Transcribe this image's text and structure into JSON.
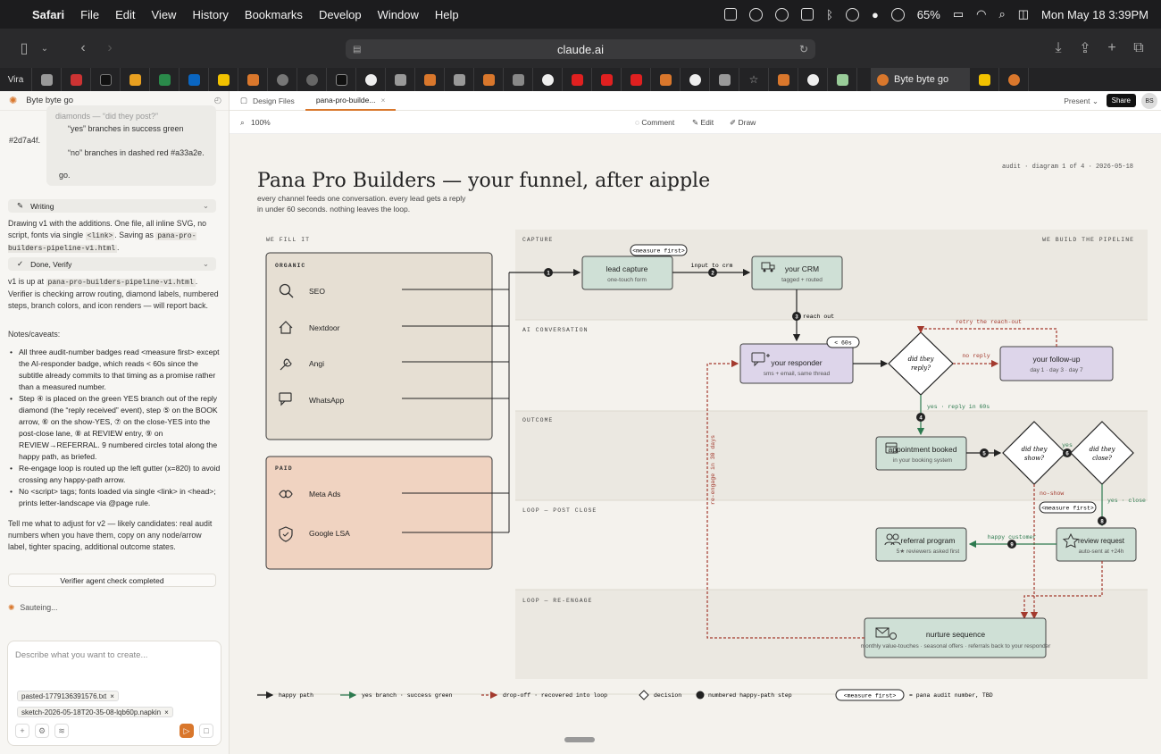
{
  "menubar": {
    "app": "Safari",
    "items": [
      "File",
      "Edit",
      "View",
      "History",
      "Bookmarks",
      "Develop",
      "Window",
      "Help"
    ],
    "battery": "65%",
    "clock": "Mon May 18  3:39PM"
  },
  "browser": {
    "url": "claude.ai",
    "first_tab": "Vira",
    "active_tab": "Byte byte go"
  },
  "sidebar": {
    "title": "Byte byte go",
    "quote_lines": [
      "diamonds — “did they post?”",
      "“yes” branches in success green",
      "#2d7a4f.",
      "“no” branches in dashed red #a33a2e.",
      "go."
    ],
    "writing_label": "Writing",
    "writing_text_a": "Drawing v1 with the additions. One file, all inline SVG, no script, fonts via single ",
    "writing_code_a": "<link>",
    "writing_text_b": ". Saving as ",
    "writing_code_b": "pana-pro-builders-pipeline-v1.html",
    "writing_text_c": ".",
    "done_label": "Done, Verify",
    "done_text_a": "v1 is up at ",
    "done_code": "pana-pro-builders-pipeline-v1.html",
    "done_text_b": ". Verifier is checking arrow routing, diamond labels, numbered steps, branch colors, and icon renders — will report back.",
    "notes_heading": "Notes/caveats:",
    "notes": [
      "All three audit-number badges read <measure first> except the AI-responder badge, which reads < 60s since the subtitle already commits to that timing as a promise rather than a measured number.",
      "Step ④ is placed on the green YES branch out of the reply diamond (the “reply received” event), step ⑤ on the BOOK arrow, ⑥ on the show-YES, ⑦ on the close-YES into the post-close lane, ⑧ at REVIEW entry, ⑨ on REVIEW→REFERRAL. 9 numbered circles total along the happy path, as briefed.",
      "Re-engage loop is routed up the left gutter (x=820) to avoid crossing any happy-path arrow.",
      "No <script> tags; fonts loaded via single <link> in <head>; prints letter-landscape via @page rule."
    ],
    "closing": "Tell me what to adjust for v2 — likely candidates: real audit numbers when you have them, copy on any node/arrow label, tighter spacing, additional outcome states.",
    "verifier": "Verifier agent check completed",
    "sauteing": "Sauteing...",
    "composer_placeholder": "Describe what you want to create...",
    "attachments": [
      "pasted-1779136391576.txt",
      "sketch-2026-05-18T20-35-08-lqb60p.napkin"
    ]
  },
  "doc_tabs": {
    "files": "Design Files",
    "current": "pana-pro-builde...",
    "present": "Present",
    "share": "Share",
    "avatar": "BS"
  },
  "doc_toolbar": {
    "zoom": "100%",
    "comment": "Comment",
    "edit": "Edit",
    "draw": "Draw"
  },
  "diagram": {
    "title": "Pana Pro Builders — your funnel, after aipple",
    "subtitle_1": "every channel feeds one conversation. every lead gets a reply",
    "subtitle_2": "in under 60 seconds. nothing leaves the loop.",
    "meta": "audit · diagram 1 of 4 · 2026-05-18",
    "we_fill": "WE FILL IT",
    "we_build": "WE BUILD THE PIPELINE",
    "lanes": [
      "CAPTURE",
      "AI CONVERSATION",
      "OUTCOME",
      "LOOP — POST CLOSE",
      "LOOP — RE-ENGAGE"
    ],
    "organic": "ORGANIC",
    "paid": "PAID",
    "organic_channels": [
      "SEO",
      "Nextdoor",
      "Angi",
      "WhatsApp"
    ],
    "paid_channels": [
      "Meta Ads",
      "Google LSA"
    ],
    "nodes": {
      "lead_capture": {
        "title": "lead capture",
        "sub": "one-touch form"
      },
      "crm": {
        "title": "your CRM",
        "sub": "tagged + routed"
      },
      "responder": {
        "title": "your responder",
        "sub": "sms + email, same thread"
      },
      "followup": {
        "title": "your follow-up",
        "sub": "day 1 · day 3 · day 7"
      },
      "appointment": {
        "title": "appointment booked",
        "sub": "in your booking system"
      },
      "referral": {
        "title": "referral program",
        "sub": "5★ reviewers asked first"
      },
      "review": {
        "title": "review request",
        "sub": "auto-sent at +24h"
      },
      "nurture": {
        "title": "nurture sequence",
        "sub": "monthly value-touches · seasonal offers · referrals back to your responder"
      }
    },
    "diamonds": {
      "reply": "did they reply?",
      "show": "did they show?",
      "close": "did they close?"
    },
    "badges": {
      "measure": "<measure first>",
      "sixty": "< 60s"
    },
    "labels": {
      "input_to_crm": "input to crm",
      "reach_out": "reach out",
      "retry": "retry the reach-out",
      "no_reply": "no reply",
      "yes_reply": "yes · reply in 60s",
      "yes": "yes",
      "no_show": "no-show",
      "yes_close": "yes · close",
      "happy_customer": "happy customer",
      "reengage": "re-engage in 30 days"
    },
    "steps": [
      "1",
      "2",
      "3",
      "4",
      "5",
      "6",
      "8",
      "9"
    ],
    "legend": {
      "happy": "happy path",
      "yes_branch": "yes branch · success green",
      "dropoff": "drop-off · recovered into loop",
      "decision": "decision",
      "numbered": "numbered happy-path step",
      "audit": "= pana audit number, TBD"
    },
    "colors": {
      "green": "#2d7a4f",
      "red": "#a33a2e"
    }
  }
}
